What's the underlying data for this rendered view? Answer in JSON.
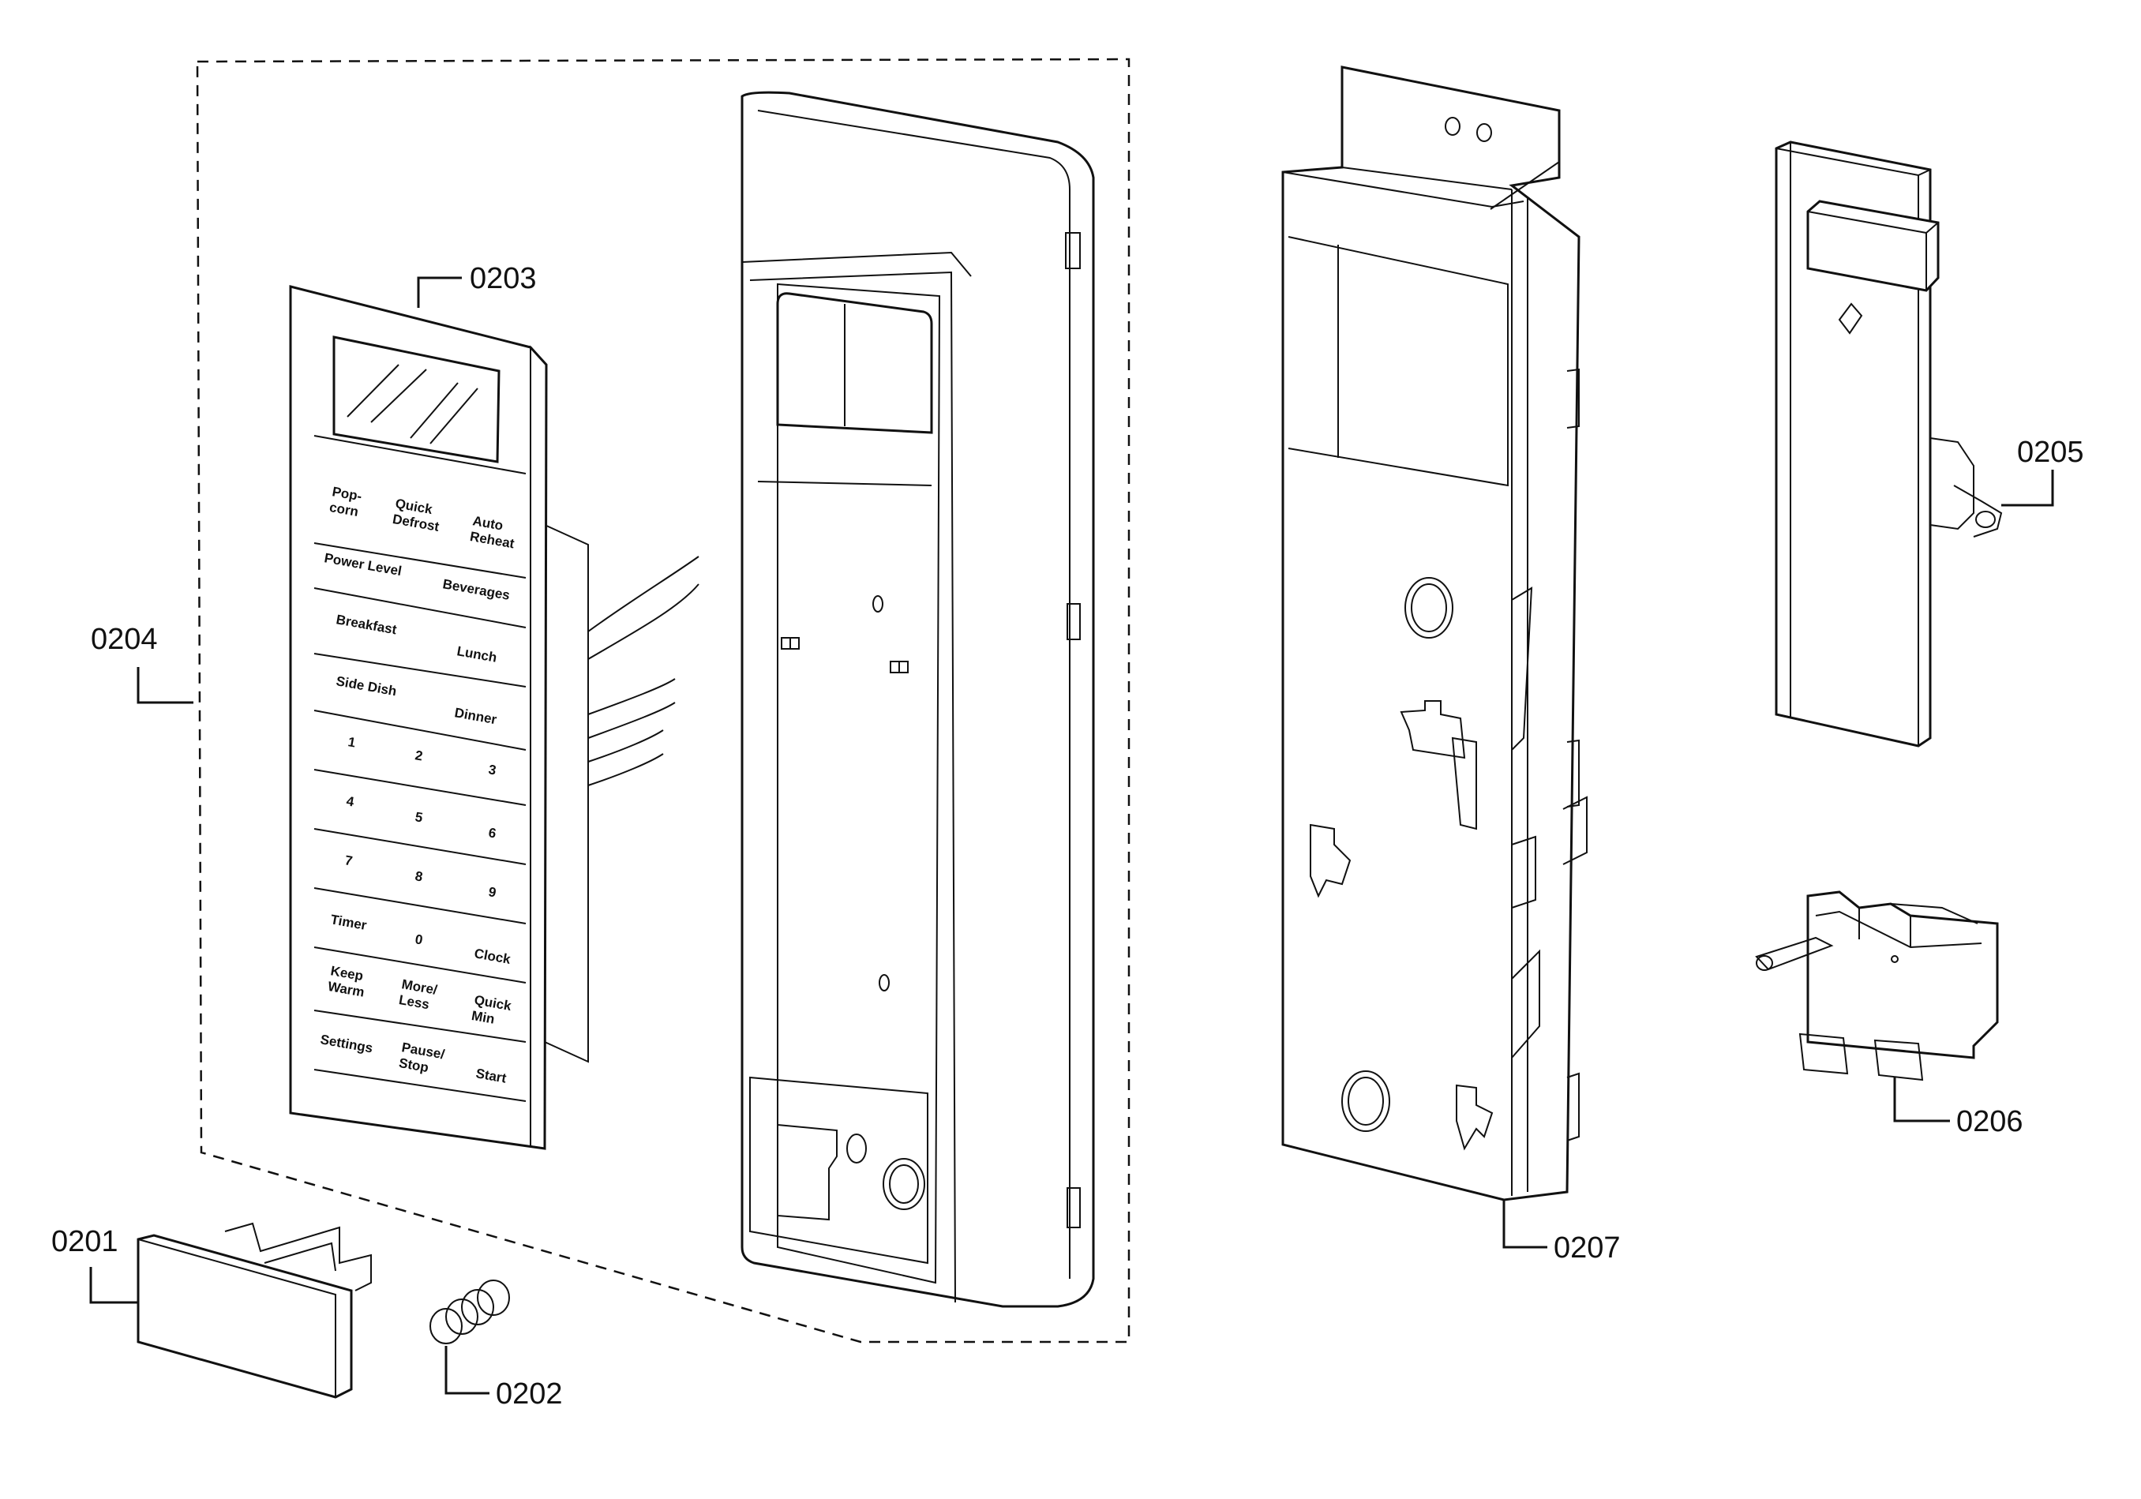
{
  "callouts": {
    "c0201": "0201",
    "c0202": "0202",
    "c0203": "0203",
    "c0204": "0204",
    "c0205": "0205",
    "c0206": "0206",
    "c0207": "0207"
  },
  "keypad": {
    "keys": [
      "Pop-\ncorn",
      "Quick\nDefrost",
      "Auto\nReheat",
      "Power Level",
      "Beverages",
      "Breakfast",
      "Lunch",
      "Side Dish",
      "Dinner",
      "1",
      "2",
      "3",
      "4",
      "5",
      "6",
      "7",
      "8",
      "9",
      "Timer",
      "0",
      "Clock",
      "Keep\nWarm",
      "More/\nLess",
      "Quick\nMin",
      "Settings",
      "Pause/\nStop",
      "Start"
    ]
  }
}
